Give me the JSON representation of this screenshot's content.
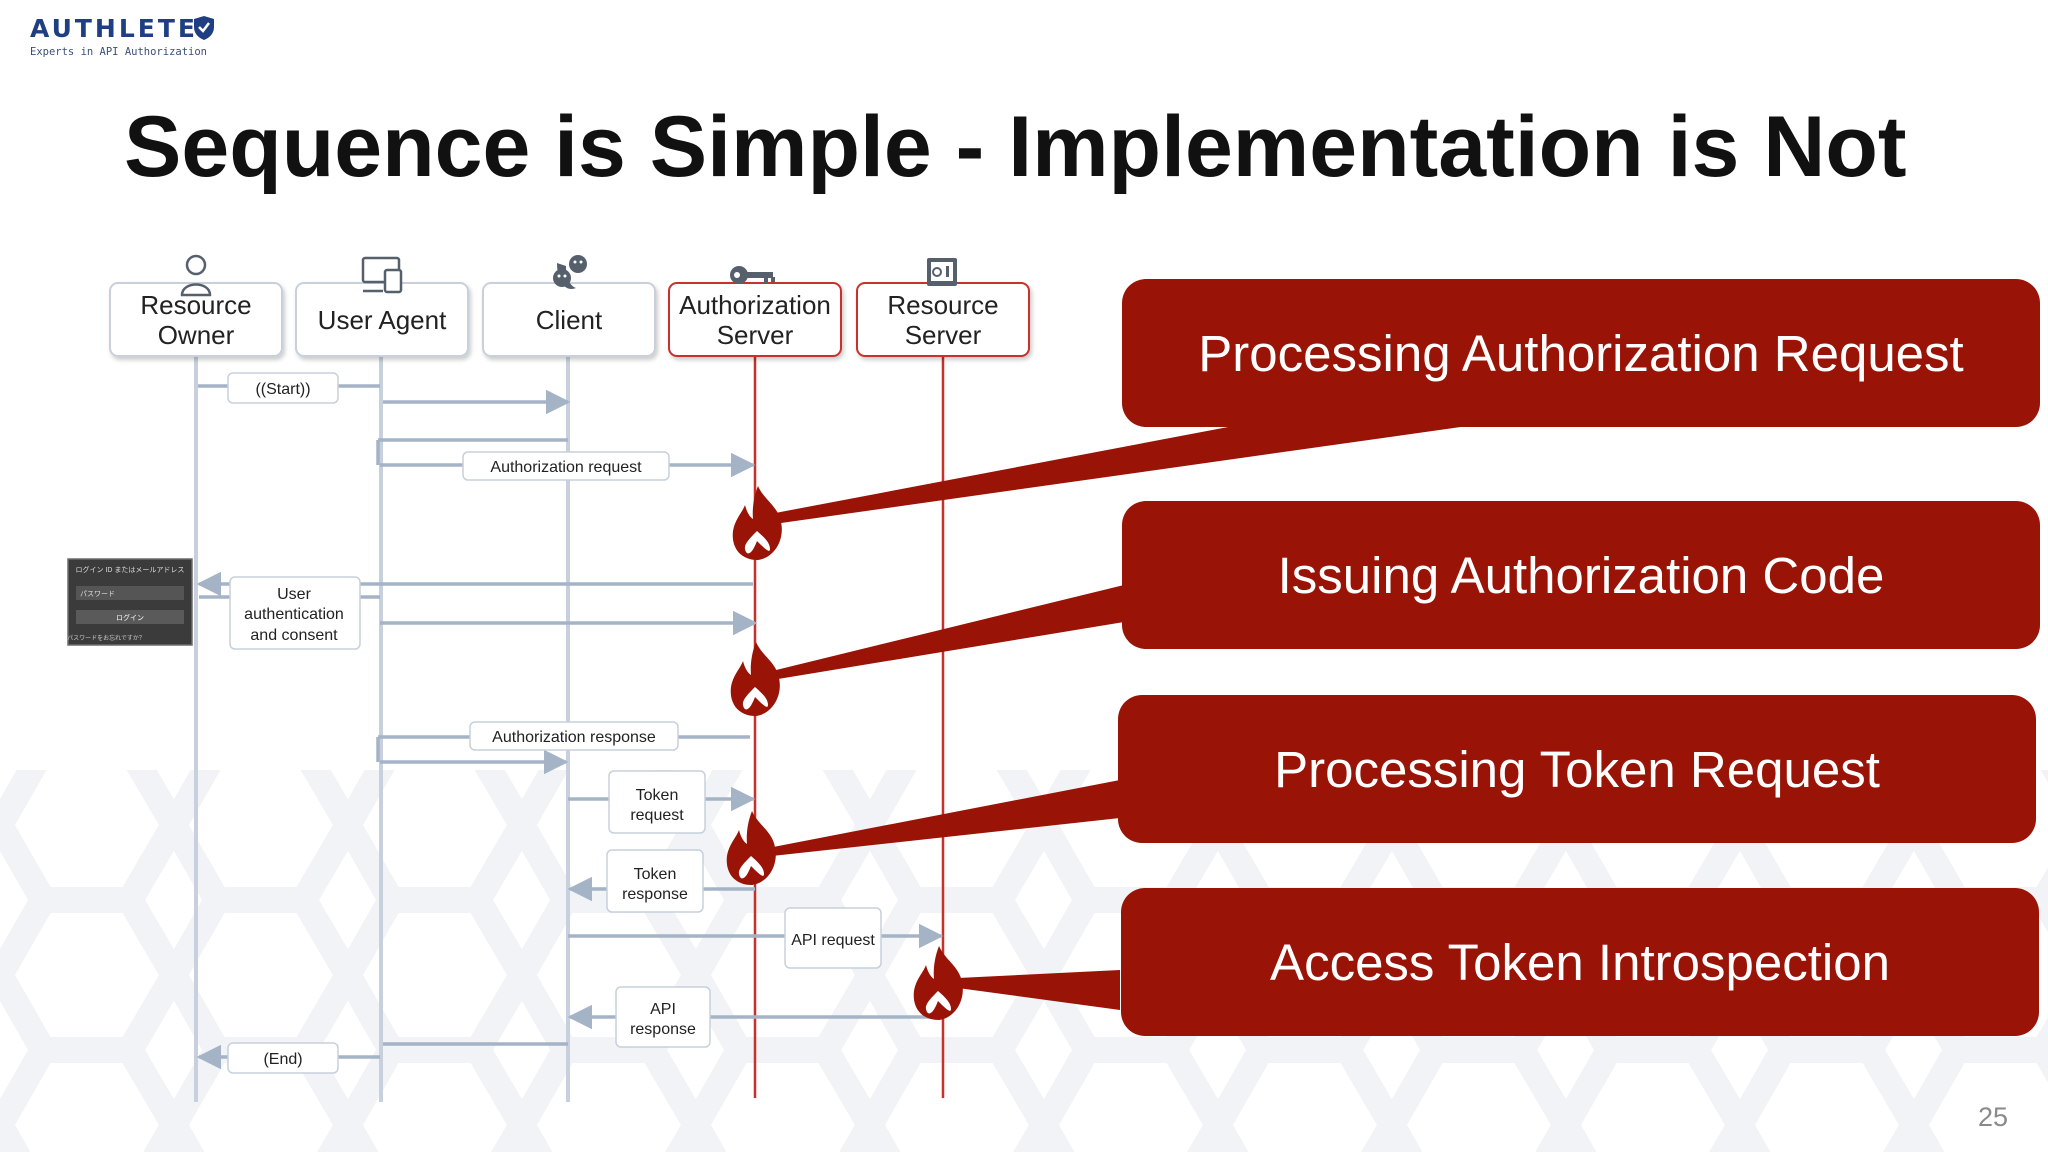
{
  "brand": {
    "name": "AUTHLETE",
    "tagline": "Experts in API Authorization"
  },
  "title": "Sequence is Simple - Implementation is Not",
  "page_number": "25",
  "participants": [
    {
      "id": "resource-owner",
      "label1": "Resource",
      "label2": "Owner",
      "icon": "user-icon",
      "highlighted": false
    },
    {
      "id": "user-agent",
      "label1": "User Agent",
      "label2": "",
      "icon": "devices-icon",
      "highlighted": false
    },
    {
      "id": "client",
      "label1": "Client",
      "label2": "",
      "icon": "theater-masks-icon",
      "highlighted": false
    },
    {
      "id": "authorization-server",
      "label1": "Authorization",
      "label2": "Server",
      "icon": "key-icon",
      "highlighted": true
    },
    {
      "id": "resource-server",
      "label1": "Resource",
      "label2": "Server",
      "icon": "safe-icon",
      "highlighted": true
    }
  ],
  "messages": [
    {
      "id": "start",
      "lines": [
        "((Start))"
      ]
    },
    {
      "id": "authorization-request",
      "lines": [
        "Authorization  request"
      ]
    },
    {
      "id": "user-auth-consent",
      "lines": [
        "User",
        "authentication",
        "and  consent"
      ]
    },
    {
      "id": "authorization-response",
      "lines": [
        "Authorization  response"
      ]
    },
    {
      "id": "token-request",
      "lines": [
        "Token",
        "request"
      ]
    },
    {
      "id": "token-response",
      "lines": [
        "Token",
        "response"
      ]
    },
    {
      "id": "api-request",
      "lines": [
        "API request"
      ]
    },
    {
      "id": "api-response",
      "lines": [
        "API",
        "response"
      ]
    },
    {
      "id": "end",
      "lines": [
        "(End)"
      ]
    }
  ],
  "login_screen": {
    "header": "ログイン ID またはメールアドレス",
    "password_label": "パスワード",
    "login_button": "ログイン",
    "forgot_link": "パスワードをお忘れですか？"
  },
  "callouts": [
    {
      "id": "processing-authorization-request",
      "text": "Processing Authorization Request"
    },
    {
      "id": "issuing-authorization-code",
      "text": "Issuing Authorization Code"
    },
    {
      "id": "processing-token-request",
      "text": "Processing Token Request"
    },
    {
      "id": "access-token-introspection",
      "text": "Access Token Introspection"
    }
  ],
  "colors": {
    "accent_red": "#991306",
    "lifeline_red": "#c8302a",
    "lifeline_grey": "#c7d0dc",
    "arrow": "#a5b3c6",
    "title": "#111111",
    "brand_blue": "#1f3f82"
  }
}
